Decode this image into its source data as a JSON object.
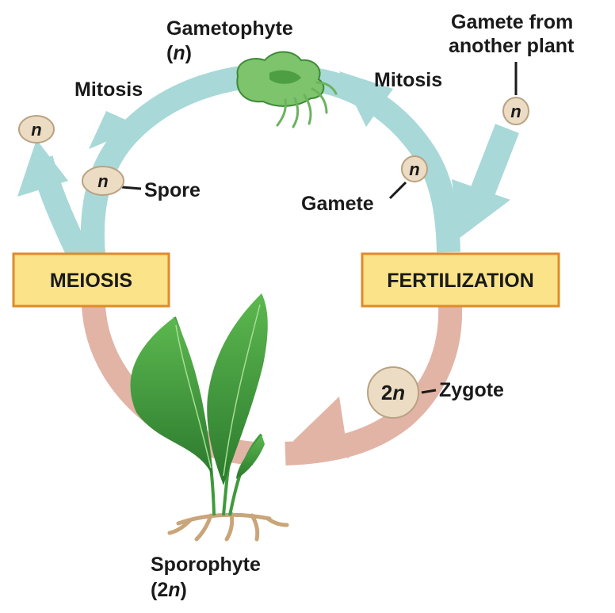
{
  "labels": {
    "gametophyte": "Gametophyte",
    "gametophyte_ploidy_open": "(",
    "gametophyte_ploidy_n": "n",
    "gametophyte_ploidy_close": ")",
    "mitosis_left": "Mitosis",
    "mitosis_right": "Mitosis",
    "gamete_other_line1": "Gamete from",
    "gamete_other_line2": "another plant",
    "spore": "Spore",
    "gamete": "Gamete",
    "zygote": "Zygote",
    "sporophyte": "Sporophyte",
    "sporophyte_ploidy_open": "(2",
    "sporophyte_ploidy_n": "n",
    "sporophyte_ploidy_close": ")"
  },
  "cells": {
    "haploid_symbol": "n",
    "zygote_prefix": "2",
    "zygote_symbol": "n"
  },
  "boxes": {
    "meiosis": "MEIOSIS",
    "fertilization": "FERTILIZATION"
  },
  "colors": {
    "haploid_arrow": "#a8d8d8",
    "diploid_arrow": "#e2b4a6",
    "box_fill": "#fbe38a",
    "box_border": "#e08a2a",
    "cell_fill": "#ecdcc3",
    "cell_border": "#b9a283",
    "plant_green": "#3f9a3c",
    "root_tan": "#c9a57a"
  }
}
